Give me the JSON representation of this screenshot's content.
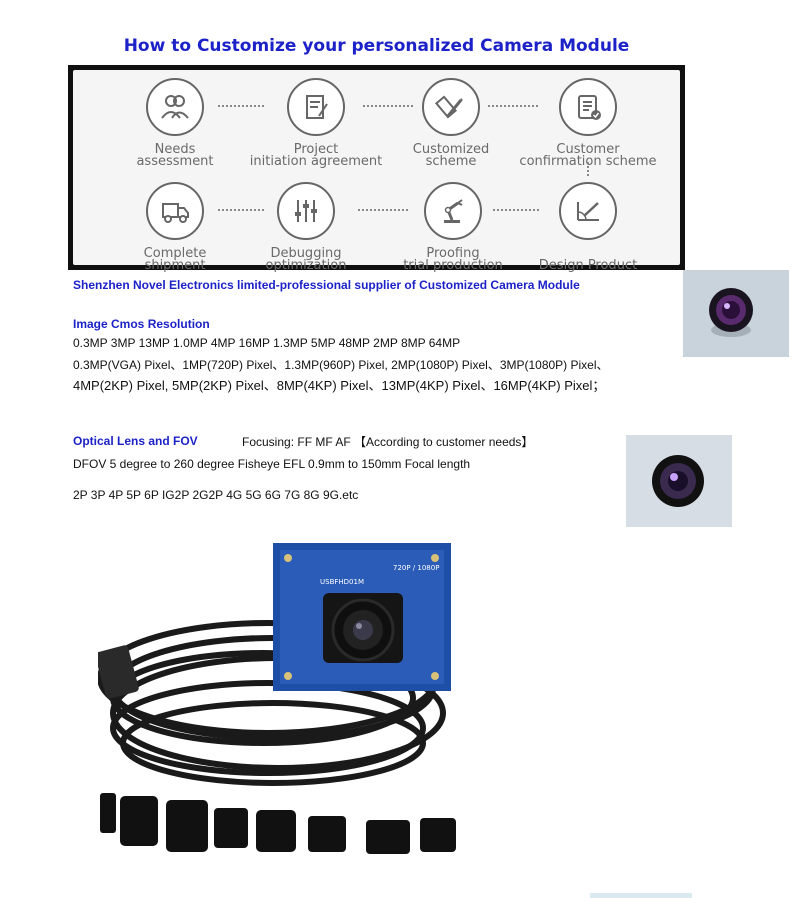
{
  "title": "How to Customize your personalized Camera Module",
  "process": {
    "row1": [
      {
        "line1": "Needs",
        "line2": "assessment",
        "icon": "people-icon"
      },
      {
        "line1": "Project",
        "line2": "initiation agreement",
        "icon": "document-edit-icon"
      },
      {
        "line1": "Customized",
        "line2": "scheme",
        "icon": "pencil-tools-icon"
      },
      {
        "line1": "Customer",
        "line2": "confirmation scheme",
        "icon": "clipboard-check-icon"
      }
    ],
    "row2": [
      {
        "line1": "Complete",
        "line2": "shipment",
        "icon": "truck-icon"
      },
      {
        "line1": "Debugging",
        "line2": "optimization",
        "icon": "sliders-icon"
      },
      {
        "line1": "Proofing",
        "line2": "trial production",
        "icon": "robot-arm-icon"
      },
      {
        "line1": "Design Product",
        "line2": "",
        "icon": "drafting-icon"
      }
    ]
  },
  "company": "Shenzhen Novel Electronics limited-professional supplier of Customized Camera Module",
  "resolution": {
    "heading": "Image Cmos Resolution",
    "line1": "0.3MP   3MP   13MP  1.0MP   4MP   16MP  1.3MP   5MP   48MP   2MP     8MP   64MP",
    "line2": "0.3MP(VGA) Pixel、1MP(720P) Pixel、1.3MP(960P) Pixel, 2MP(1080P) Pixel、3MP(1080P) Pixel、",
    "line3": "4MP(2KP) Pixel, 5MP(2KP) Pixel、8MP(4KP) Pixel、13MP(4KP) Pixel、16MP(4KP) Pixel；"
  },
  "optical": {
    "heading": "Optical Lens and FOV",
    "focusing": "Focusing:  FF MF  AF 【According to customer needs】",
    "line1": "DFOV  5 degree to 260 degree Fisheye     EFL 0.9mm to 150mm Focal length",
    "line2": "2P 3P 4P 5P 6P IG2P 2G2P 4G 5G 6G 7G 8G 9G.etc"
  },
  "board": {
    "silk1": "720P / 1080P",
    "silk2": "USBFHD01M"
  }
}
